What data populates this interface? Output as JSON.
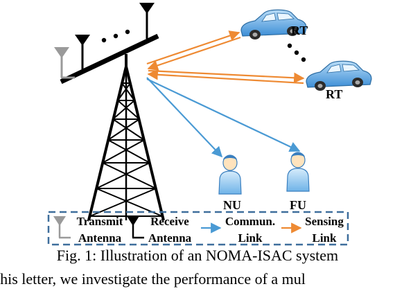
{
  "labels": {
    "rt_top": "RT",
    "rt_bottom": "RT",
    "near_user": "NU",
    "far_user": "FU"
  },
  "legend": {
    "transmit": [
      "Transmit",
      "Antenna"
    ],
    "receive": [
      "Receive",
      "Antenna"
    ],
    "commun": [
      "Commun.",
      "Link"
    ],
    "sensing": [
      "Sensing",
      "Link"
    ]
  },
  "caption": "Fig. 1: Illustration of an NOMA-ISAC system",
  "body_text": "this letter, we investigate the performance of a mul",
  "colors": {
    "commun_link": "#4a9ad4",
    "sensing_link": "#ee8a33",
    "legend_border": "#3e6e9c",
    "user_body": "#9fd0f2",
    "car_body": "#5aa9e6"
  }
}
